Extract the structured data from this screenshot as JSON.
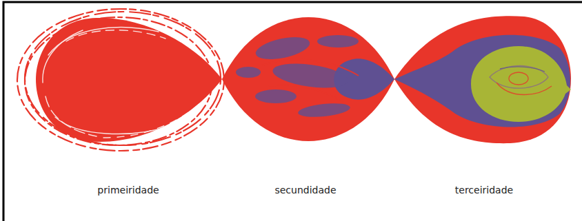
{
  "diagram": {
    "labels": [
      "primeiridade",
      "secundidade",
      "terceiridade"
    ]
  }
}
